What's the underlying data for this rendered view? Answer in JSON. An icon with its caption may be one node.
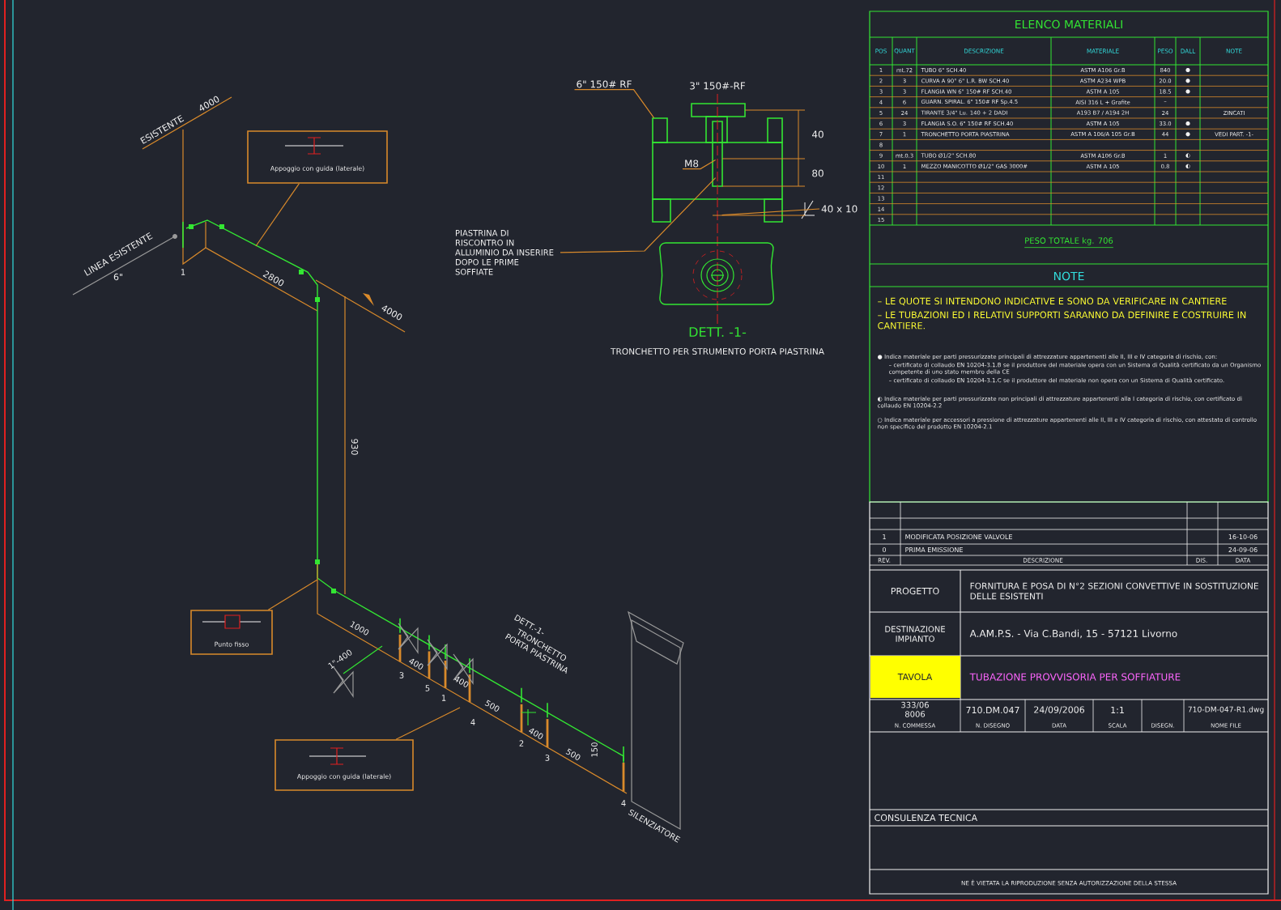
{
  "diagram": {
    "nodes": [
      {
        "text": [
          "Appoggio con guida (laterale)"
        ]
      },
      {
        "text": [
          "Punto fisso"
        ]
      },
      {
        "text": [
          "Appoggio con guida (laterale)"
        ]
      },
      {
        "text": [],
        "shape": "picture"
      },
      {
        "text": [
          "6\" 150# RF"
        ]
      },
      {
        "text": [
          "M8"
        ],
        "in": 3
      },
      {
        "text": [
          "PIASTRINA DI RISCONTRO IN ALLUMINIO DA INSERIRE DOPO LE PRIME SOFFIATE"
        ]
      },
      {
        "text": [
          "40 x 10"
        ]
      }
    ],
    "edges": [
      {
        "from": 0,
        "to": null,
        "arrow": "none"
      },
      {
        "from": 1,
        "to": null,
        "arrow": "none"
      },
      {
        "from": 2,
        "to": null,
        "arrow": "none"
      },
      {
        "from": 4,
        "to": 3,
        "arrow": "none"
      },
      {
        "from": 5,
        "to": 3,
        "arrow": "none"
      },
      {
        "from": 6,
        "to": 3,
        "arrow": "none"
      },
      {
        "from": 7,
        "to": 3,
        "arrow": "none"
      }
    ],
    "labels": [
      "ESISTENTE",
      "4000",
      "LINEA ESISTENTE",
      "6\"",
      "1",
      "2800",
      "4000",
      "930",
      "1000",
      "1\"-400",
      "3",
      "400",
      "5",
      "1",
      "400",
      "4",
      "500",
      "2",
      "400",
      "3",
      "500",
      "150",
      "4",
      "DETT.-1-",
      "TRONCHETTO PORTA PIASTRINA",
      "SILENZIATORE",
      "3\" 150#-RF",
      "40",
      "80",
      "DETT. -1-",
      "TRONCHETTO PER STRUMENTO PORTA PIASTRINA",
      "ELENCO MATERIALI",
      "POS",
      "QUANT",
      "DESCRIZIONE",
      "MATERIALE",
      "PESO",
      "DALL",
      "NOTE",
      "1",
      "mt.72",
      "TUBO 6\" SCH.40",
      "ASTM A106 Gr.B",
      "840",
      "●",
      "2",
      "3",
      "CURVA A 90° 6\" L.R. BW SCH.40",
      "ASTM A234 WPB",
      "20.0",
      "●",
      "3",
      "3",
      "FLANGIA WN 6\" 150# RF SCH.40",
      "ASTM A 105",
      "18.5",
      "●",
      "4",
      "6",
      "GUARN. SPIRAL. 6\" 150# RF Sp.4.5",
      "AISI 316 L + Grafite",
      "–",
      "5",
      "24",
      "TIRANTE 3/4\" Lu. 140 + 2 DADI",
      "A193 B7 / A194 2H",
      "24",
      "ZINCATI",
      "6",
      "3",
      "FLANGIA S.O. 6\" 150# RF SCH.40",
      "ASTM A 105",
      "33.0",
      "●",
      "7",
      "1",
      "TRONCHETTO PORTA PIASTRINA",
      "ASTM A 106/A 105 Gr.B",
      "44",
      "●",
      "VEDI PART. -1-",
      "8",
      "9",
      "mt.0.3",
      "TUBO Ø1/2\" SCH.80",
      "ASTM A106 Gr.B",
      "1",
      "◐",
      "10",
      "1",
      "MEZZO MANICOTTO Ø1/2\" GAS 3000#",
      "ASTM A 105",
      "0.8",
      "◐",
      "11",
      "12",
      "13",
      "14",
      "15",
      "PESO TOTALE kg. 706",
      "NOTE",
      "– LE QUOTE SI INTENDONO INDICATIVE E SONO DA VERIFICARE IN CANTIERE",
      "– LE TUBAZIONI ED I RELATIVI SUPPORTI SARANNO DA DEFINIRE E COSTRUIRE IN CANTIERE.",
      "● Indica materiale per parti pressurizzate principali di attrezzature appartenenti alle II, III e IV categoria di rischio, con:",
      "– certificato di collaudo EN 10204-3.1.B se il produttore del materiale opera con un Sistema di Qualità certificato da un Organismo competente di uno stato membro della CE",
      "– certificato di collaudo EN 10204-3.1.C se il produttore del materiale non opera con un Sistema di Qualità certificato.",
      "◐ Indica materiale per parti pressurizzate non principali di attrezzature appartenenti alla I categoria di rischio, con certificato di collaudo EN 10204-2.2",
      "○ Indica materiale per accessori a pressione di attrezzature appartenenti alle II, III e IV categoria di rischio, con attestato di controllo non specifico del prodotto EN 10204-2.1",
      "1",
      "MODIFICATA POSIZIONE VALVOLE",
      "16-10-06",
      "0",
      "PRIMA EMISSIONE",
      "24-09-06",
      "REV.",
      "DESCRIZIONE",
      "DIS.",
      "DATA",
      "PROGETTO",
      "FORNITURA E POSA DI N°2 SEZIONI CONVETTIVE IN SOSTITUZIONE DELLE ESISTENTI",
      "DESTINAZIONE IMPIANTO",
      "A.AM.P.S. - Via C.Bandi, 15 - 57121 Livorno",
      "TAVOLA",
      "TUBAZIONE PROVVISORIA PER SOFFIATURE",
      "333/06",
      "8006",
      "N. COMMESSA",
      "710.DM.047",
      "N. DISEGNO",
      "24/09/2006",
      "DATA",
      "1:1",
      "SCALA",
      "DISEGN.",
      "710-DM-047-R1.dwg",
      "NOME FILE",
      "CONSULENZA TECNICA",
      "NE È VIETATA LA RIPRODUZIONE SENZA AUTORIZZAZIONE DELLA STESSA"
    ]
  }
}
